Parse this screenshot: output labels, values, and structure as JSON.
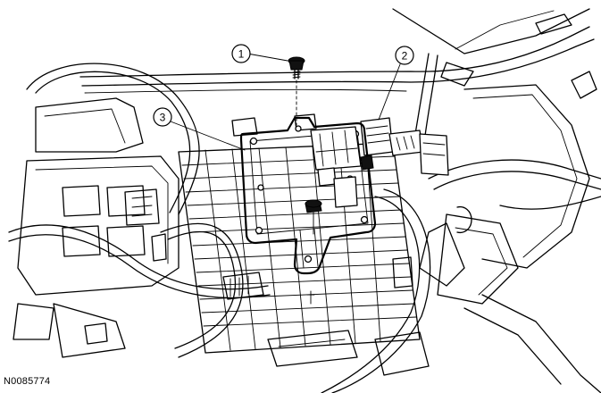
{
  "figure": {
    "id": "N0085774"
  },
  "callouts": [
    {
      "label": "1",
      "part": "screw"
    },
    {
      "label": "2",
      "part": "electrical-connector"
    },
    {
      "label": "3",
      "part": "module"
    }
  ]
}
